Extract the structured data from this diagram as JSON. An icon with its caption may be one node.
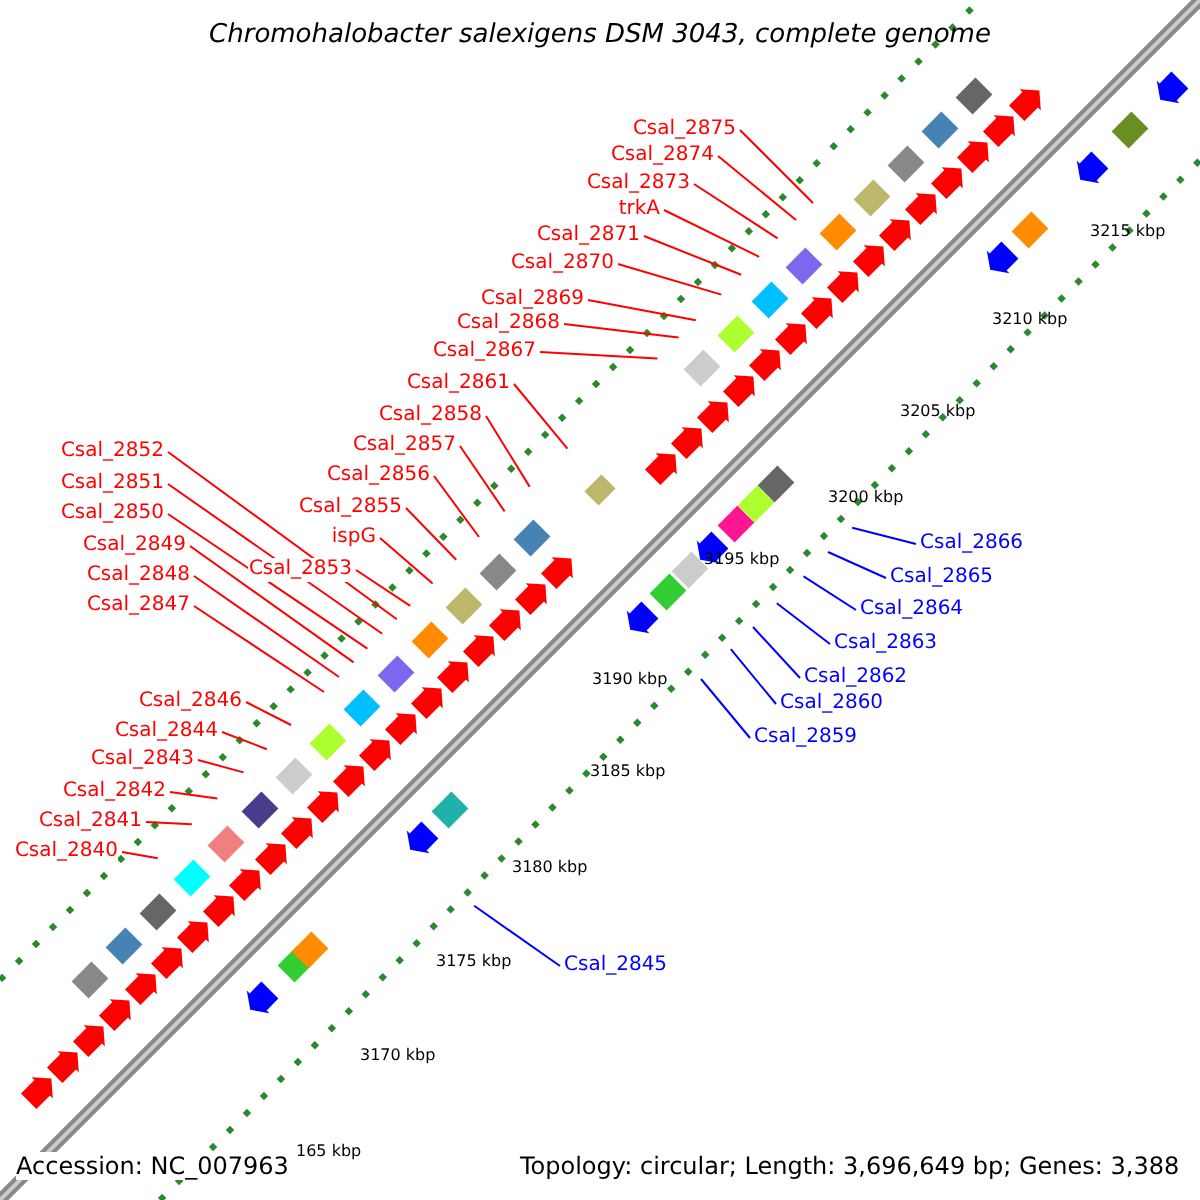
{
  "diagram": {
    "title": "Chromohalobacter salexigens DSM 3043, complete genome",
    "nodes": [
      {
        "text": [
          "Csal_2875"
        ]
      },
      {
        "text": [
          "Csal_2874"
        ]
      },
      {
        "text": [
          "Csal_2873"
        ]
      },
      {
        "text": [
          "trkA"
        ]
      },
      {
        "text": [
          "Csal_2871"
        ]
      },
      {
        "text": [
          "Csal_2870"
        ]
      },
      {
        "text": [
          "Csal_2869"
        ]
      },
      {
        "text": [
          "Csal_2868"
        ]
      },
      {
        "text": [
          "Csal_2867"
        ]
      },
      {
        "text": [
          "Csal_2861"
        ]
      },
      {
        "text": [
          "Csal_2858"
        ]
      },
      {
        "text": [
          "Csal_2857"
        ]
      },
      {
        "text": [
          "Csal_2856"
        ]
      },
      {
        "text": [
          "Csal_2855"
        ]
      },
      {
        "text": [
          "ispG"
        ]
      },
      {
        "text": [
          "Csal_2853"
        ]
      },
      {
        "text": [
          "Csal_2852"
        ]
      },
      {
        "text": [
          "Csal_2851"
        ]
      },
      {
        "text": [
          "Csal_2850"
        ]
      },
      {
        "text": [
          "Csal_2849"
        ]
      },
      {
        "text": [
          "Csal_2848"
        ]
      },
      {
        "text": [
          "Csal_2847"
        ]
      },
      {
        "text": [
          "Csal_2846"
        ]
      },
      {
        "text": [
          "Csal_2844"
        ]
      },
      {
        "text": [
          "Csal_2843"
        ]
      },
      {
        "text": [
          "Csal_2842"
        ]
      },
      {
        "text": [
          "Csal_2841"
        ]
      },
      {
        "text": [
          "Csal_2840"
        ]
      },
      {
        "text": [
          "Csal_2866"
        ]
      },
      {
        "text": [
          "Csal_2865"
        ]
      },
      {
        "text": [
          "Csal_2864"
        ]
      },
      {
        "text": [
          "Csal_2863"
        ]
      },
      {
        "text": [
          "Csal_2862"
        ]
      },
      {
        "text": [
          "Csal_2860"
        ]
      },
      {
        "text": [
          "Csal_2859"
        ]
      },
      {
        "text": [
          "Csal_2845"
        ]
      }
    ],
    "edges": [
      {
        "from": 0,
        "to": null,
        "arrow": "none"
      },
      {
        "from": 1,
        "to": null,
        "arrow": "none"
      },
      {
        "from": 2,
        "to": null,
        "arrow": "none"
      },
      {
        "from": 3,
        "to": null,
        "arrow": "none"
      },
      {
        "from": 4,
        "to": null,
        "arrow": "none"
      },
      {
        "from": 5,
        "to": null,
        "arrow": "none"
      },
      {
        "from": 6,
        "to": null,
        "arrow": "none"
      },
      {
        "from": 7,
        "to": null,
        "arrow": "none"
      },
      {
        "from": 8,
        "to": null,
        "arrow": "none"
      },
      {
        "from": 9,
        "to": null,
        "arrow": "none"
      },
      {
        "from": 10,
        "to": null,
        "arrow": "none"
      },
      {
        "from": 11,
        "to": null,
        "arrow": "none"
      },
      {
        "from": 12,
        "to": null,
        "arrow": "none"
      },
      {
        "from": 13,
        "to": null,
        "arrow": "none"
      },
      {
        "from": 14,
        "to": null,
        "arrow": "none"
      },
      {
        "from": 15,
        "to": null,
        "arrow": "none"
      },
      {
        "from": 16,
        "to": null,
        "arrow": "none"
      },
      {
        "from": 17,
        "to": null,
        "arrow": "none"
      },
      {
        "from": 18,
        "to": null,
        "arrow": "none"
      },
      {
        "from": 19,
        "to": null,
        "arrow": "none"
      },
      {
        "from": 20,
        "to": null,
        "arrow": "none"
      },
      {
        "from": 21,
        "to": null,
        "arrow": "none"
      },
      {
        "from": 22,
        "to": null,
        "arrow": "none"
      },
      {
        "from": 23,
        "to": null,
        "arrow": "none"
      },
      {
        "from": 24,
        "to": null,
        "arrow": "none"
      },
      {
        "from": 25,
        "to": null,
        "arrow": "none"
      },
      {
        "from": 26,
        "to": null,
        "arrow": "none"
      },
      {
        "from": 27,
        "to": null,
        "arrow": "none"
      },
      {
        "from": 28,
        "to": null,
        "arrow": "none",
        "color": "#0000ff"
      },
      {
        "from": 29,
        "to": null,
        "arrow": "none",
        "color": "#0000ff"
      },
      {
        "from": 30,
        "to": null,
        "arrow": "none",
        "color": "#0000ff"
      },
      {
        "from": 31,
        "to": null,
        "arrow": "none",
        "color": "#0000ff"
      },
      {
        "from": 32,
        "to": null,
        "arrow": "none",
        "color": "#0000ff"
      },
      {
        "from": 33,
        "to": null,
        "arrow": "none",
        "color": "#0000ff"
      },
      {
        "from": 34,
        "to": null,
        "arrow": "none",
        "color": "#0000ff"
      },
      {
        "from": 35,
        "to": null,
        "arrow": "none",
        "color": "#0000ff"
      }
    ],
    "labels": [
      "3215 kbp",
      "3210 kbp",
      "3205 kbp",
      "3200 kbp",
      "3195 kbp",
      "3190 kbp",
      "3185 kbp",
      "3180 kbp",
      "3175 kbp",
      "3170 kbp",
      "165 kbp",
      "Accession: NC_007963",
      "Topology: circular; Length: 3,696,649 bp; Genes: 3,388"
    ]
  }
}
